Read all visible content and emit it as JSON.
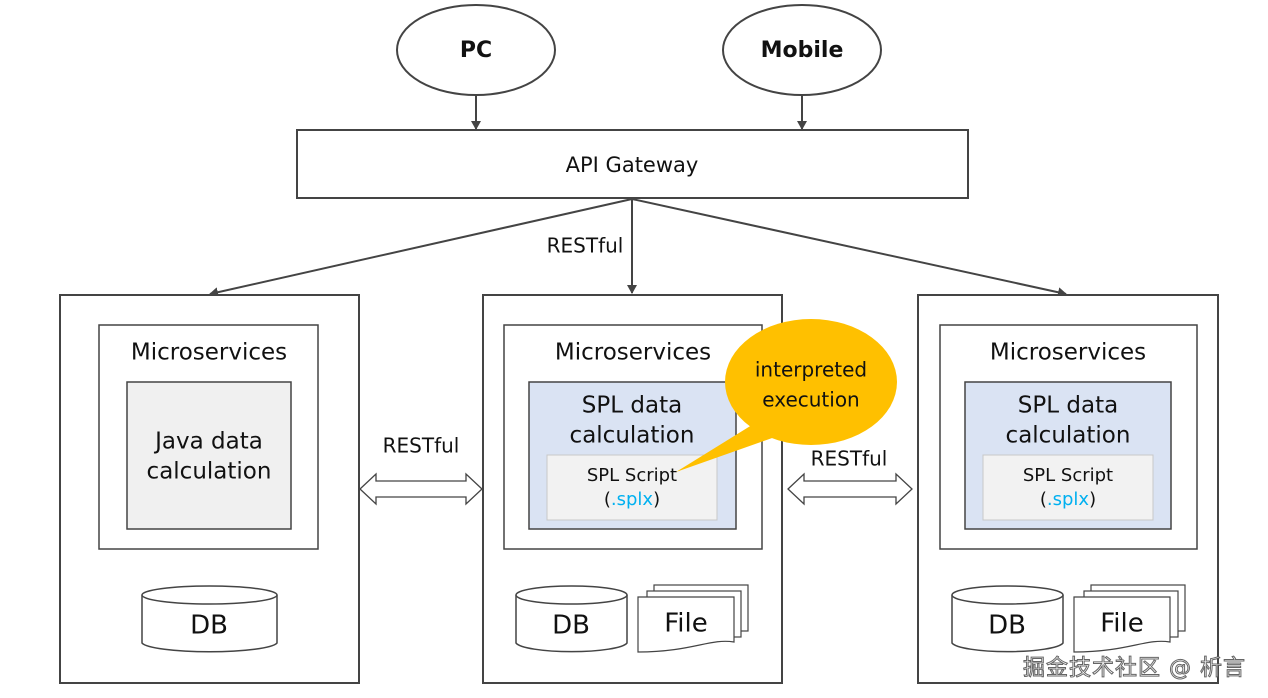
{
  "diagram": {
    "clients": [
      {
        "label": "PC"
      },
      {
        "label": "Mobile"
      }
    ],
    "gateway": {
      "label": "API Gateway"
    },
    "gateway_link_label": "RESTful",
    "services": [
      {
        "title": "Microservices",
        "calc_line1": "Java data",
        "calc_line2": "calculation",
        "db_label": "DB"
      },
      {
        "title": "Microservices",
        "calc_line1": "SPL data",
        "calc_line2": "calculation",
        "script_label": "SPL Script",
        "script_ext_open": "(",
        "script_ext": ".splx",
        "script_ext_close": ")",
        "db_label": "DB",
        "file_label": "File"
      },
      {
        "title": "Microservices",
        "calc_line1": "SPL data",
        "calc_line2": "calculation",
        "script_label": "SPL Script",
        "script_ext_open": "(",
        "script_ext": ".splx",
        "script_ext_close": ")",
        "db_label": "DB",
        "file_label": "File"
      }
    ],
    "inter_service_links": [
      {
        "label": "RESTful"
      },
      {
        "label": "RESTful"
      }
    ],
    "callout": {
      "line1": "interpreted",
      "line2": "execution"
    },
    "colors": {
      "stroke": "#444444",
      "spl_box_fill": "#dae3f3",
      "java_box_fill": "#f0f0f0",
      "script_box_fill": "#f2f2f2",
      "callout_fill": "#ffc000",
      "ext_text": "#00b0f0"
    }
  },
  "watermark": "掘金技术社区 @ 析言"
}
